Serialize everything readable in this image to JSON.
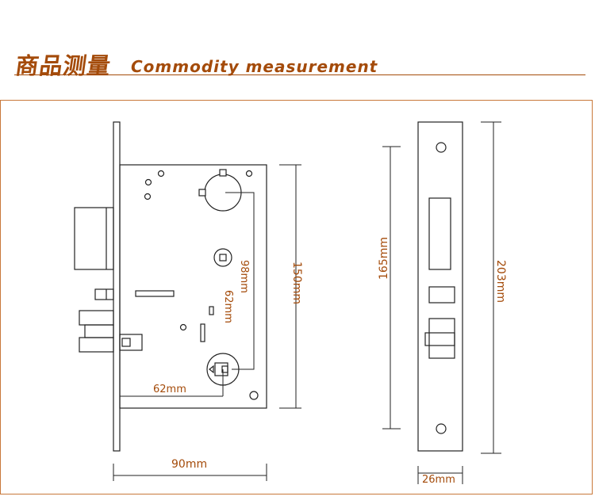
{
  "header": {
    "title_cn": "商品测量",
    "title_en": "Commodity measurement"
  },
  "dimensions": {
    "front_width": "90mm",
    "front_height": "150mm",
    "handle_to_key_vertical": "98mm",
    "cylinder_offset": "62mm",
    "cylinder_backset": "62mm",
    "faceplate_hole_spacing": "165mm",
    "faceplate_height": "203mm",
    "faceplate_width": "26mm"
  },
  "colors": {
    "accent": "#a44b0a",
    "line": "#222222",
    "frame": "#c8783a"
  }
}
